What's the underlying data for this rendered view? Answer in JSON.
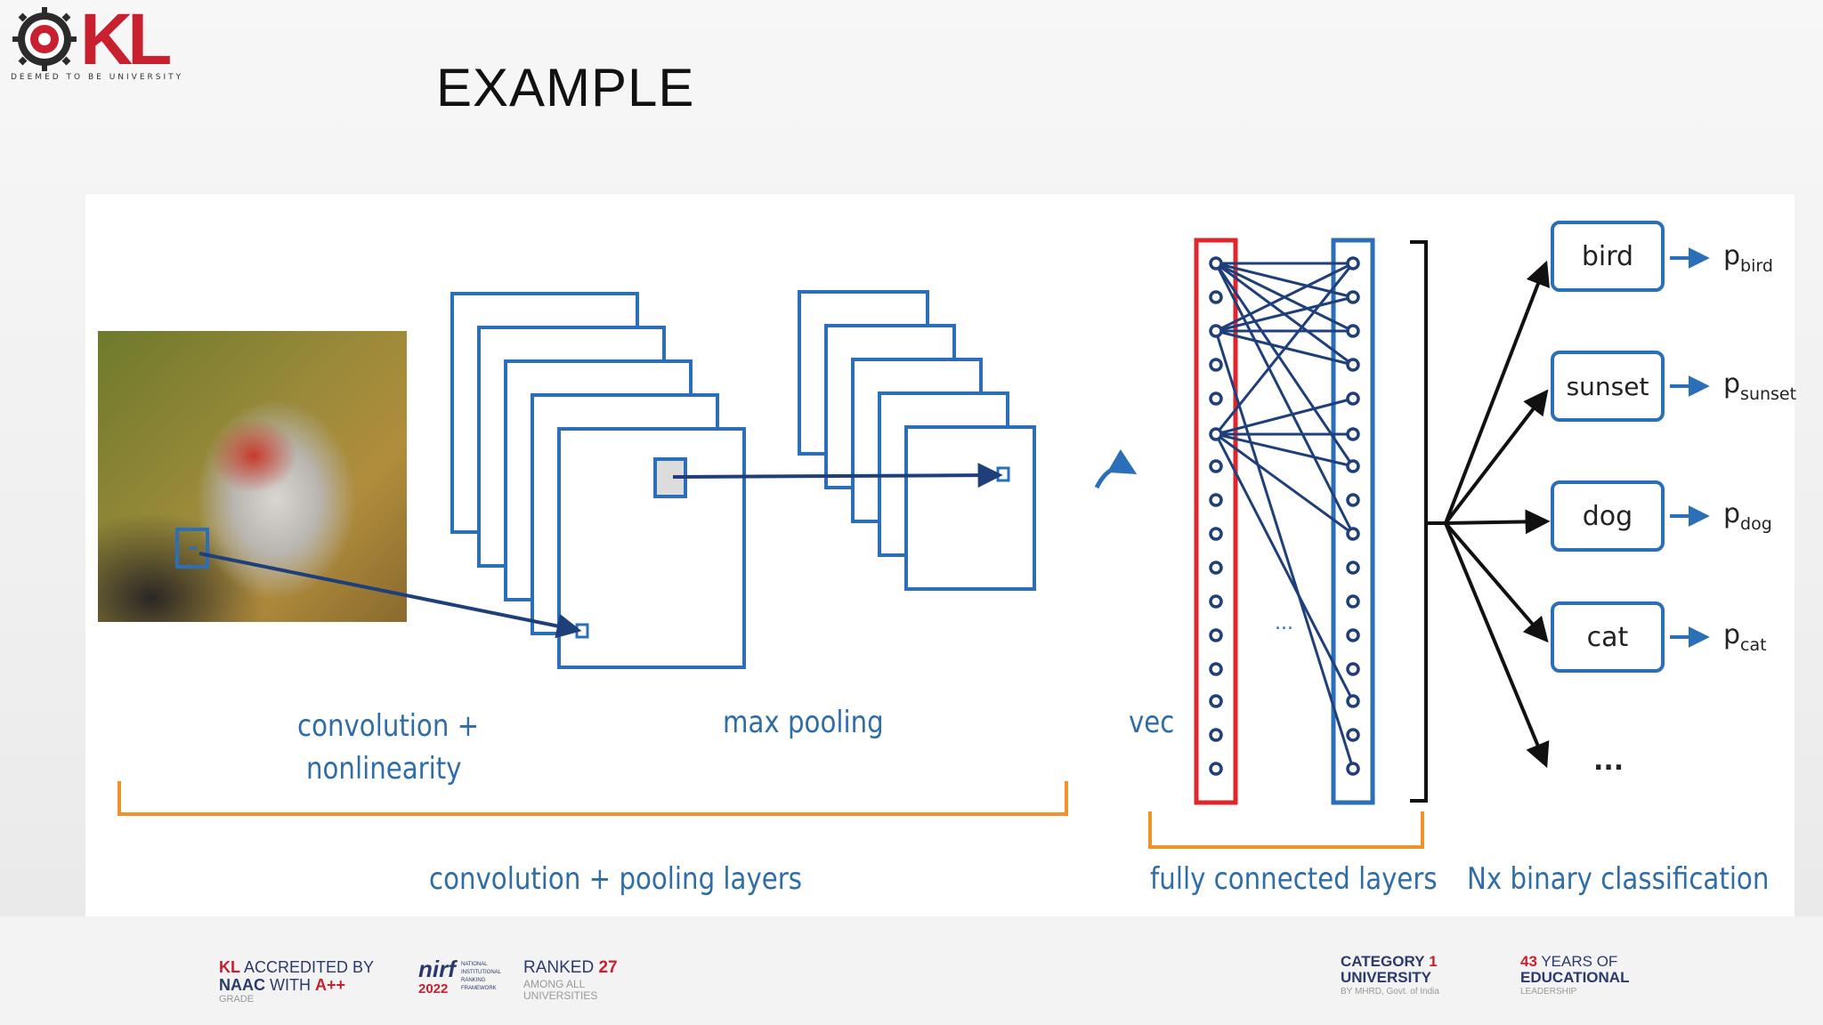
{
  "header": {
    "logo_text": "KL",
    "logo_subtext": "DEEMED TO BE UNIVERSITY",
    "title": "EXAMPLE"
  },
  "diagram": {
    "labels": {
      "conv_nonlinearity_line1": "convolution +",
      "conv_nonlinearity_line2": "nonlinearity",
      "max_pooling": "max pooling",
      "vec": "vec",
      "conv_pooling_layers": "convolution + pooling layers",
      "fully_connected_layers": "fully connected layers",
      "binary_classification": "Nx binary classification",
      "fc_ellipsis": "...",
      "class_ellipsis": "..."
    },
    "classes": [
      {
        "label": "bird",
        "prob": "p",
        "sub": "bird"
      },
      {
        "label": "sunset",
        "prob": "p",
        "sub": "sunset"
      },
      {
        "label": "dog",
        "prob": "p",
        "sub": "dog"
      },
      {
        "label": "cat",
        "prob": "p",
        "sub": "cat"
      }
    ],
    "colors": {
      "blue": "#2a6fb8",
      "navy": "#1f3f7a",
      "orange": "#f0922a",
      "red": "#e0262b",
      "label_blue": "#2e6da8"
    }
  },
  "footer": {
    "naac_kl": "KL",
    "naac_line1": "ACCREDITED BY",
    "naac_naac": "NAAC",
    "naac_with": "WITH",
    "naac_grade": "A++",
    "naac_line3": "GRADE",
    "nirf_logo": "nirf",
    "nirf_year": "2022",
    "nirf_desc": "NATIONAL INSTITUTIONAL RANKING FRAMEWORK",
    "rank_label": "RANKED",
    "rank_value": "27",
    "rank_line2": "AMONG ALL",
    "rank_line3": "UNIVERSITIES",
    "cat_line1": "CATEGORY",
    "cat_value": "1",
    "cat_line2": "UNIVERSITY",
    "cat_line3": "BY MHRD, Govt. of India",
    "years_value": "43",
    "years_line1": "YEARS OF",
    "years_line2": "EDUCATIONAL",
    "years_line3": "LEADERSHIP"
  }
}
